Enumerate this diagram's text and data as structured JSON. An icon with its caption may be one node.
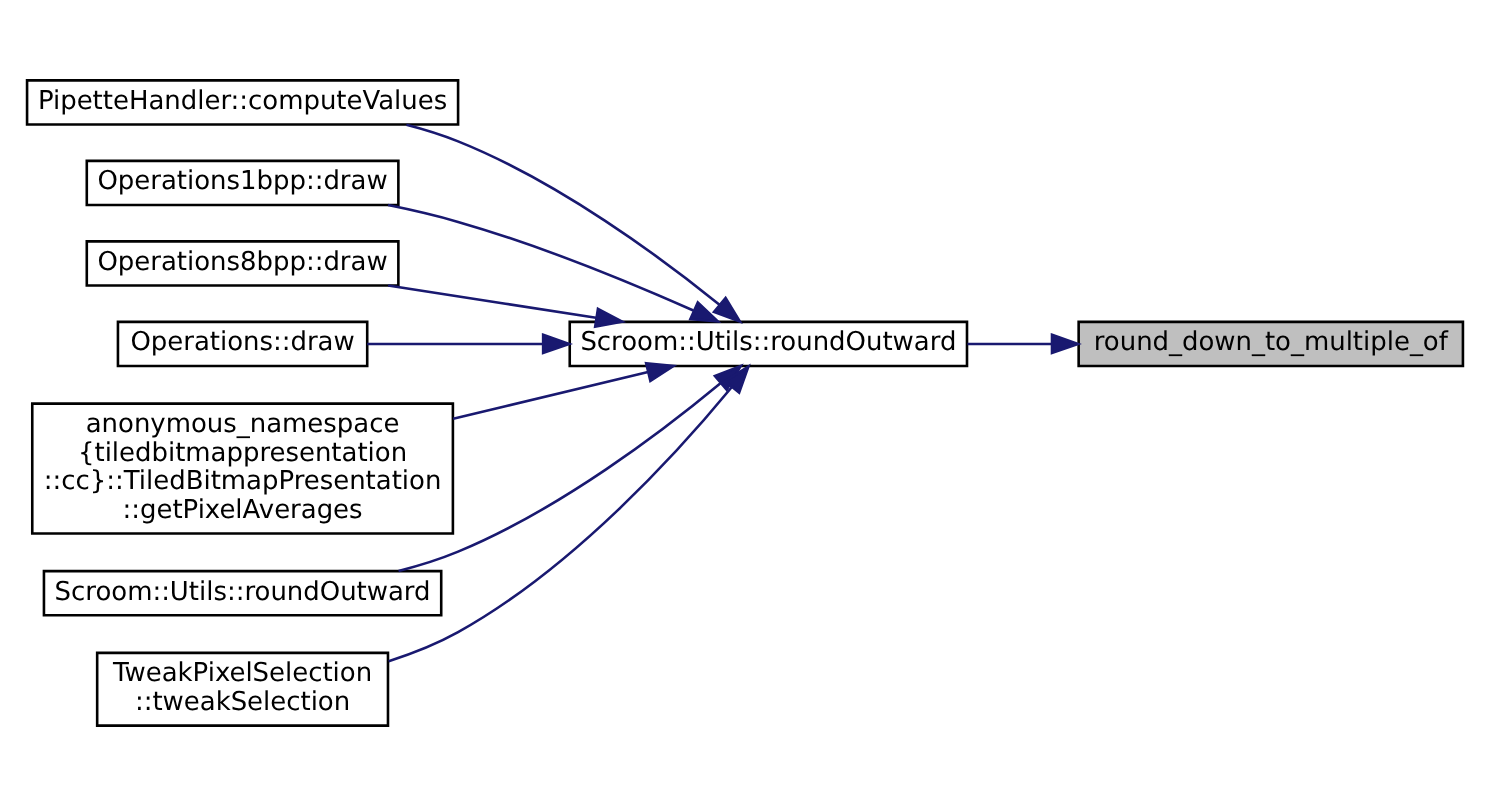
{
  "diagram": {
    "nodes": [
      {
        "text": [
          "round_down_to_multiple_of"
        ]
      },
      {
        "text": [
          "Scroom::Utils::roundOutward"
        ]
      },
      {
        "text": [
          "PipetteHandler::computeValues"
        ]
      },
      {
        "text": [
          "Operations1bpp::draw"
        ]
      },
      {
        "text": [
          "Operations8bpp::draw"
        ]
      },
      {
        "text": [
          "Operations::draw"
        ]
      },
      {
        "text": [
          "anonymous_namespace {tiledbitmappresentation ::cc}::TiledBitmapPresentation ::getPixelAverages"
        ]
      },
      {
        "text": [
          "Scroom::Utils::roundOutward"
        ]
      },
      {
        "text": [
          "TweakPixelSelection ::tweakSelection"
        ]
      }
    ],
    "edges": [
      {
        "from": 1,
        "to": 0,
        "arrow": "to"
      },
      {
        "from": 2,
        "to": 1,
        "arrow": "to"
      },
      {
        "from": 3,
        "to": 1,
        "arrow": "to"
      },
      {
        "from": 4,
        "to": 1,
        "arrow": "to"
      },
      {
        "from": 5,
        "to": 1,
        "arrow": "to"
      },
      {
        "from": 6,
        "to": 1,
        "arrow": "to"
      },
      {
        "from": 7,
        "to": 1,
        "arrow": "to"
      },
      {
        "from": 8,
        "to": 1,
        "arrow": "to"
      }
    ]
  }
}
